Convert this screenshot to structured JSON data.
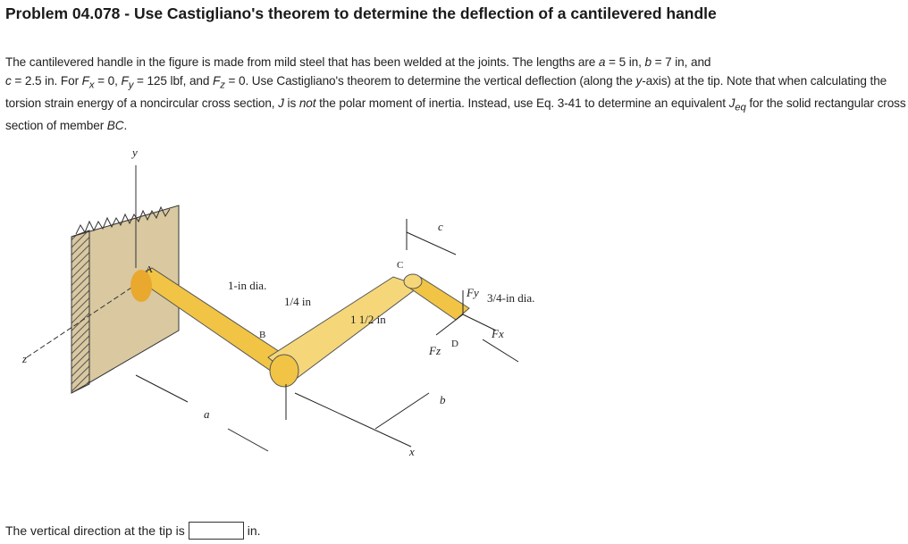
{
  "title": "Problem 04.078 - Use Castigliano's theorem to determine the deflection of a cantilevered handle",
  "paragraph": {
    "s1": "The cantilevered handle in the figure is made from mild steel that has been welded at the joints. The lengths are ",
    "a": "a",
    "a_val": " = 5 in, ",
    "b": "b",
    "b_val": " = 7 in, and ",
    "c": "c",
    "c_val": " = 2.5 in. For ",
    "Fx": "F",
    "Fx_sub": "x",
    "Fx_val": " = 0, ",
    "Fy": "F",
    "Fy_sub": "y",
    "Fy_val": " = 125 lbf, and ",
    "Fz": "F",
    "Fz_sub": "z",
    "Fz_val": " = 0. Use Castigliano's theorem to determine the vertical deflection (along the ",
    "yaxis": "y",
    "s2": "-axis) at the tip. Note that when calculating the torsion strain energy of a noncircular cross section, ",
    "J": "J",
    "s3": " is ",
    "not": "not",
    "s4": " the polar moment of inertia. Instead, use Eq. 3-41 to determine an equivalent ",
    "Jeq": "J",
    "Jeq_sub": "eq",
    "s5": " for the solid rectangular cross section of member ",
    "BC": "BC",
    "s6": "."
  },
  "figure": {
    "labels": {
      "y": "y",
      "A": "A",
      "dia1": "1-in dia.",
      "quarter": "1/4 in",
      "B": "B",
      "C": "C",
      "c": "c",
      "onehalf": "1 1/2 in",
      "Fy": "Fy",
      "dia34": "3/4-in dia.",
      "Fx": "Fx",
      "Fz": "Fz",
      "D": "D",
      "b": "b",
      "a": "a",
      "z": "z",
      "x": "x"
    }
  },
  "answer": {
    "prefix": "The vertical direction at the tip is",
    "value": "",
    "unit": "in."
  }
}
